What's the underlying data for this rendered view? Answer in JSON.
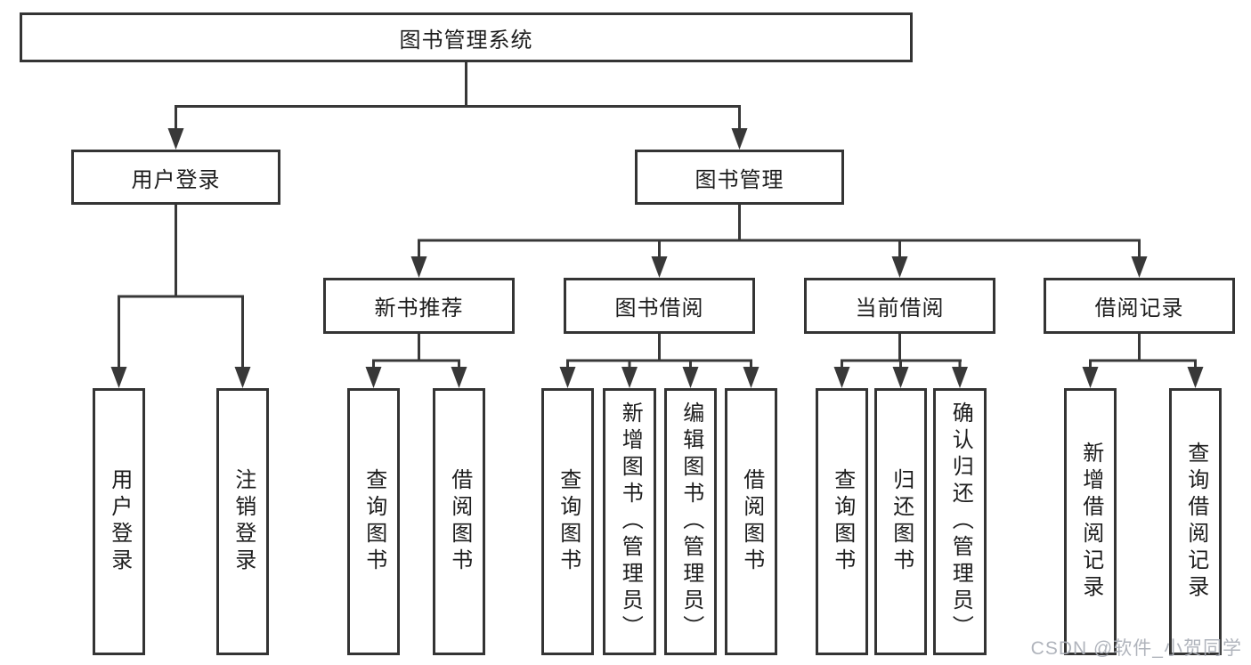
{
  "diagram_title": "图书管理系统",
  "tree": {
    "label": "图书管理系统",
    "children": [
      {
        "label": "用户登录",
        "children": [
          {
            "label": "用户登录"
          },
          {
            "label": "注销登录"
          }
        ]
      },
      {
        "label": "图书管理",
        "children": [
          {
            "label": "新书推荐",
            "children": [
              {
                "label": "查询图书"
              },
              {
                "label": "借阅图书"
              }
            ]
          },
          {
            "label": "图书借阅",
            "children": [
              {
                "label": "查询图书"
              },
              {
                "label": "新增图书（管理员）"
              },
              {
                "label": "编辑图书（管理员）"
              },
              {
                "label": "借阅图书"
              }
            ]
          },
          {
            "label": "当前借阅",
            "children": [
              {
                "label": "查询图书"
              },
              {
                "label": "归还图书"
              },
              {
                "label": "确认归还（管理员）"
              }
            ]
          },
          {
            "label": "借阅记录",
            "children": [
              {
                "label": "新增借阅记录"
              },
              {
                "label": "查询借阅记录"
              }
            ]
          }
        ]
      }
    ]
  },
  "watermark": {
    "text": "CSDN @软件_小贺同学"
  },
  "colors": {
    "background": "#ffffff",
    "box_border": "#343434",
    "connector_line": "#383838",
    "text": "#1d1d1d",
    "watermark_text": "#acb0b8"
  }
}
